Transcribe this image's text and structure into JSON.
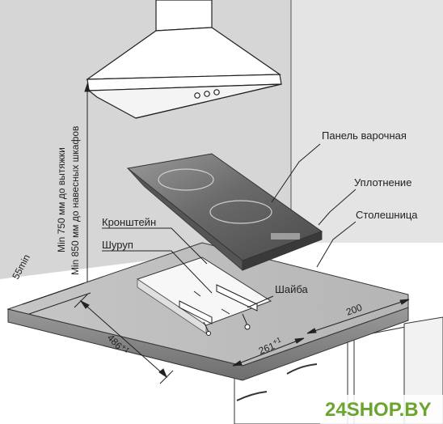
{
  "labels": {
    "hob": "Панель варочная",
    "seal": "Уплотнение",
    "countertop": "Столешница",
    "bracket": "Кронштейн",
    "screw": "Шуруп",
    "washer": "Шайба"
  },
  "dimensions": {
    "cutout_depth": "486",
    "cutout_depth_tol": "+1",
    "cutout_width": "261",
    "cutout_width_tol": "+1",
    "edge_distance": "200",
    "min_margin": "55min",
    "hood_clearance_line1": "Min 750 мм до вытяжки",
    "hood_clearance_line2": "Min 850 мм до навесных шкафов"
  },
  "brand": {
    "text": "24SHOP.BY",
    "color": "#6aa52f"
  },
  "colors": {
    "wall": "#d4d4d4",
    "countertop": "#bdbdbd",
    "countertop_edge": "#7f7f7f",
    "hob_glass": "#6e6e6e",
    "line": "#222222"
  }
}
